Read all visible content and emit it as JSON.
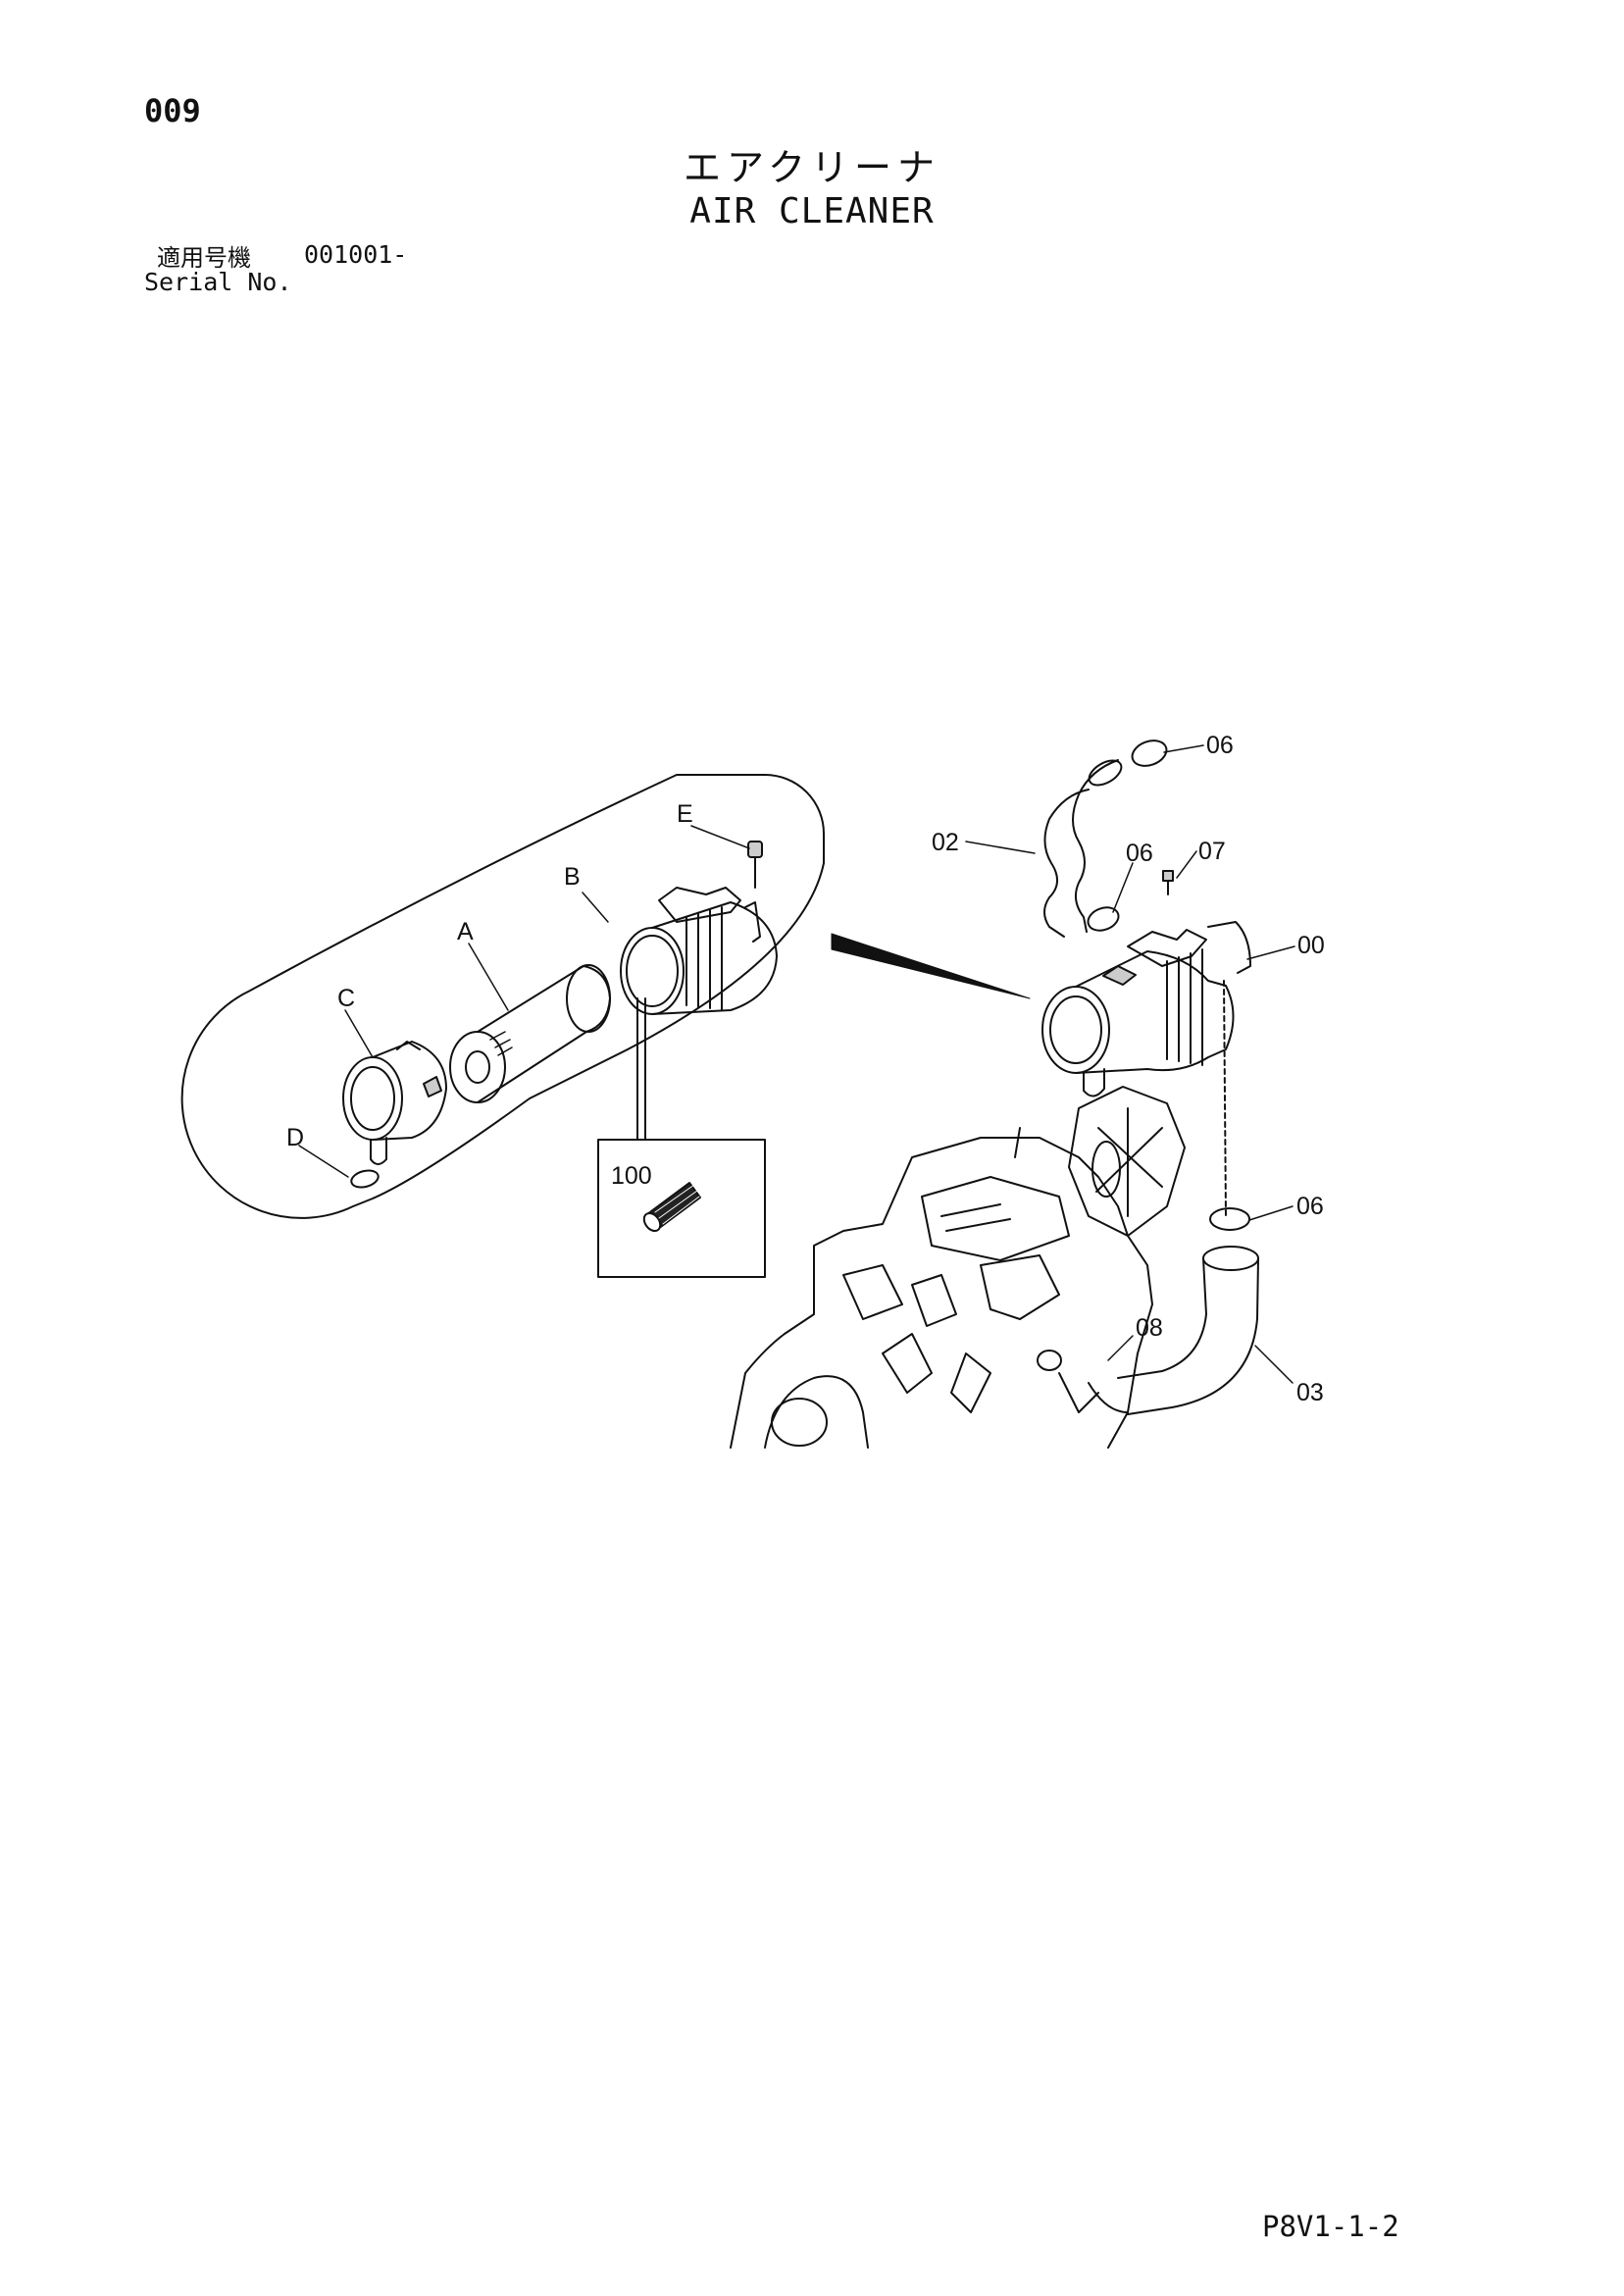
{
  "header": {
    "page_number": "009",
    "title_jp": "エアクリーナ",
    "title_en": "AIR CLEANER",
    "serial_label_jp": "適用号機",
    "serial_range": "001001-",
    "serial_label_en": "Serial No."
  },
  "callouts": {
    "hose_upper": "02",
    "hose_lower": "03",
    "air_cleaner_assy": "00",
    "clamp_top": "06",
    "clamp_mid": "06",
    "clamp_lower": "06",
    "bolt": "07",
    "engine_point": "08",
    "element_outer": "A",
    "body": "B",
    "cap": "C",
    "valve": "D",
    "indicator": "E",
    "inner_element": "100"
  },
  "footer": {
    "code": "P8V1-1-2"
  }
}
